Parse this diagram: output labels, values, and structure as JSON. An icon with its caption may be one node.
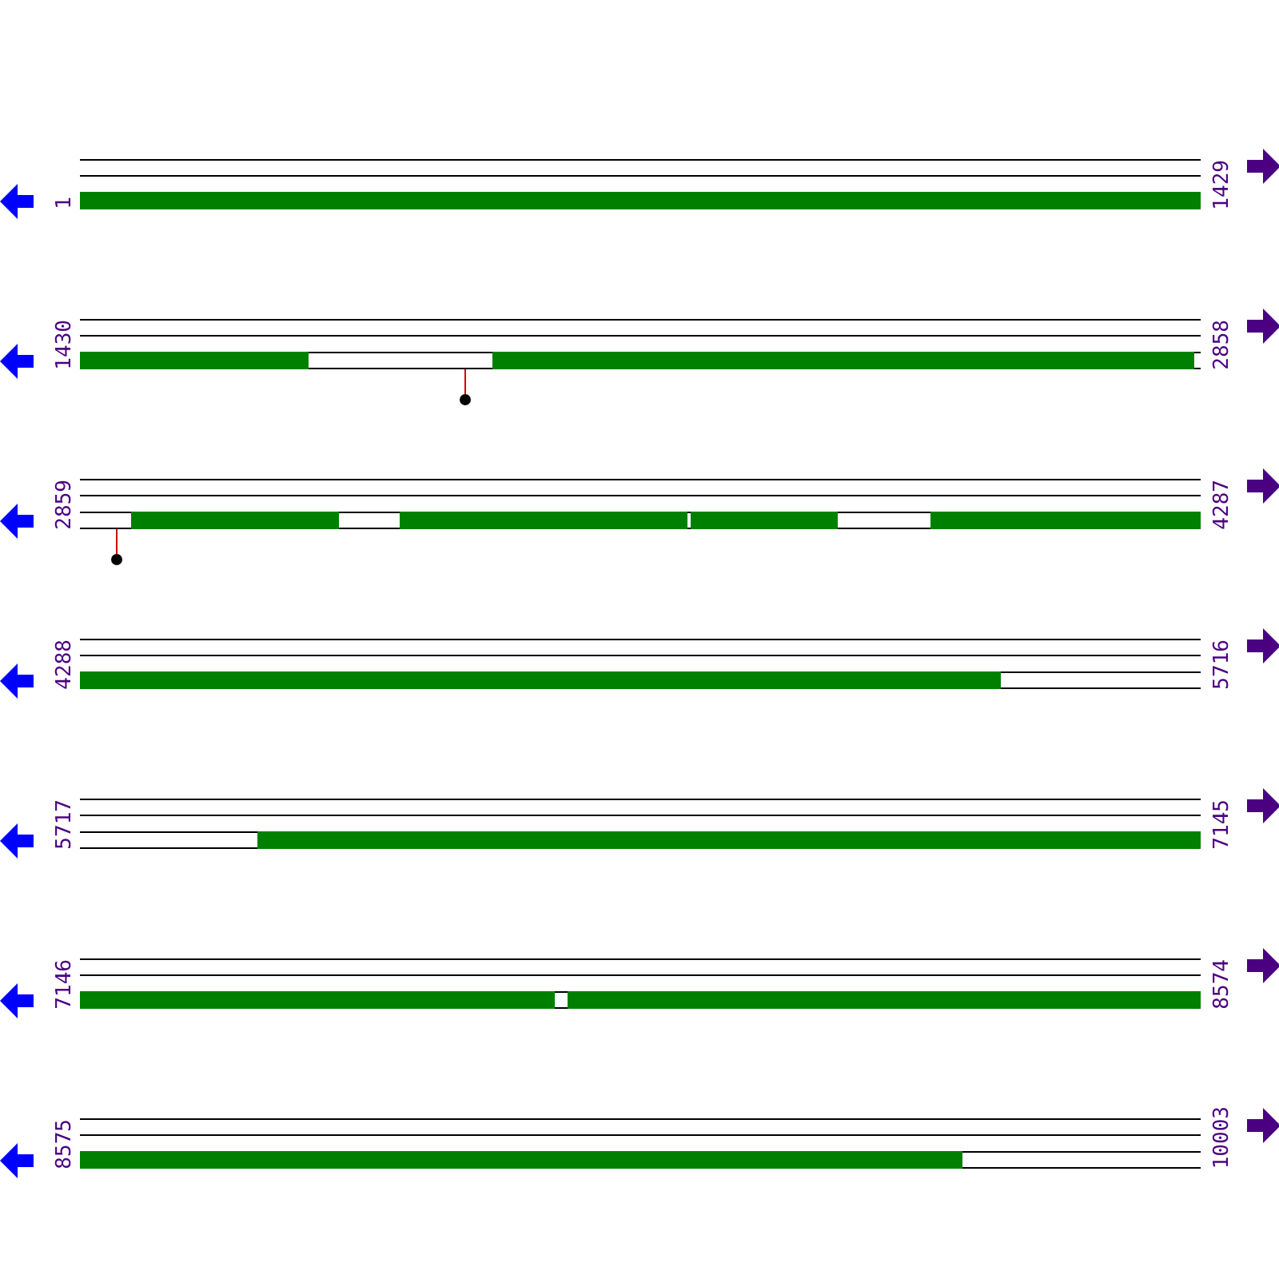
{
  "diagram": {
    "labels": [
      "1",
      "1429",
      "1430",
      "2858",
      "2859",
      "4287",
      "4288",
      "5716",
      "5717",
      "7145",
      "7146",
      "8574",
      "8575",
      "10003"
    ]
  }
}
